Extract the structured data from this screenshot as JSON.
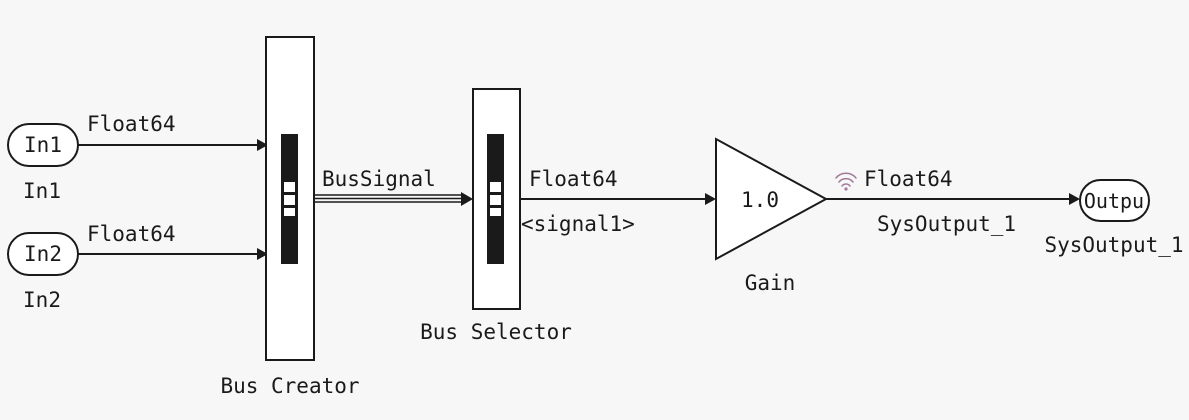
{
  "blocks": {
    "in1": {
      "text": "In1",
      "label": "In1"
    },
    "in2": {
      "text": "In2",
      "label": "In2"
    },
    "bus_creator": {
      "label": "Bus Creator"
    },
    "bus_selector": {
      "label": "Bus Selector"
    },
    "gain": {
      "value": "1.0",
      "label": "Gain"
    },
    "outport": {
      "text": "Outpu",
      "label": "SysOutput_1"
    }
  },
  "signals": {
    "in1_type": "Float64",
    "in2_type": "Float64",
    "bus_name": "BusSignal",
    "selector_type": "Float64",
    "selector_element": "<signal1>",
    "gain_type": "Float64",
    "output_name": "SysOutput_1"
  },
  "icons": {
    "test_point": "wireless-signal-icon"
  },
  "colors": {
    "background": "#f7f7f7",
    "line": "#1a1a1a",
    "test_point_icon": "#a07a9a"
  }
}
